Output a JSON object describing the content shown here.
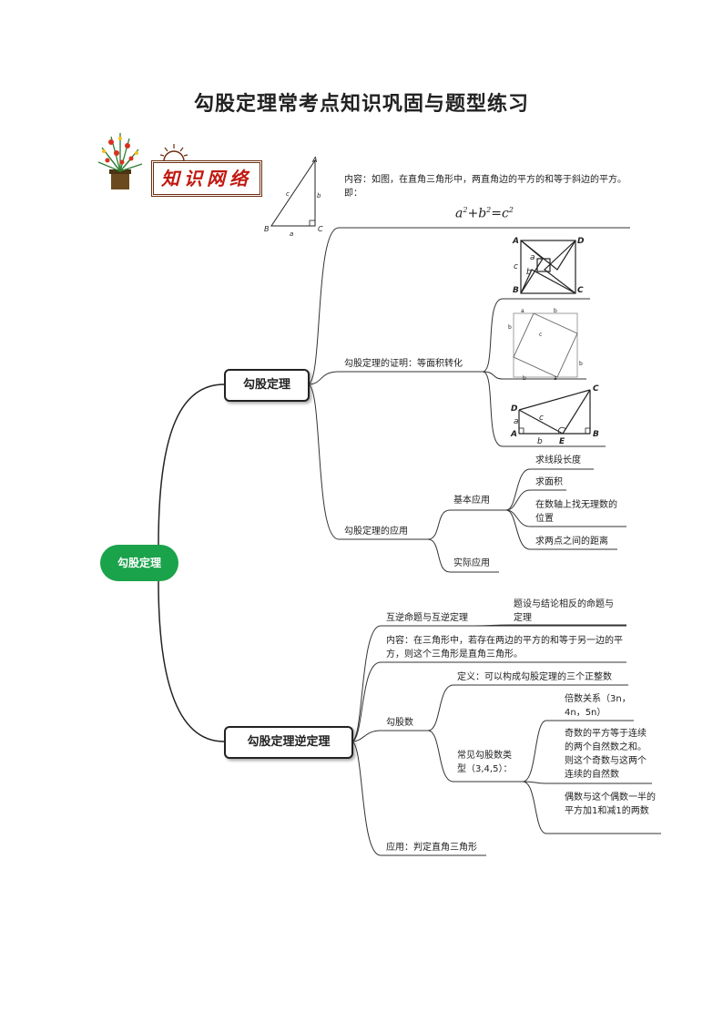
{
  "title": "勾股定理常考点知识巩固与题型练习",
  "badge": "知识网络",
  "root": "勾股定理",
  "branch1": {
    "label": "勾股定理",
    "content": "内容：如图，在直角三角形中，两直角边的平方的和等于斜边的平方。即：",
    "formula": {
      "a": "a",
      "b": "b",
      "c": "c",
      "exp": "2"
    },
    "proof": "勾股定理的证明：等面积转化",
    "application": "勾股定理的应用",
    "basic": "基本应用",
    "basic_items": [
      "求线段长度",
      "求面积",
      "在数轴上找无理数的位置",
      "求两点之间的距离"
    ],
    "practical": "实际应用"
  },
  "branch2": {
    "label": "勾股定理逆定理",
    "converse": "互逆命题与互逆定理",
    "converse_note": "题设与结论相反的命题与定理",
    "content": "内容：在三角形中，若存在两边的平方的和等于另一边的平方，则这个三角形是直角三角形。",
    "triples": "勾股数",
    "definition": "定义：可以构成勾股定理的三个正整数",
    "common": "常见勾股数类型（3,4,5）：",
    "types": [
      "倍数关系（3n，4n，5n）",
      "奇数的平方等于连续的两个自然数之和。则这个奇数与这两个连续的自然数",
      "偶数与这个偶数一半的平方加1和减1的两数"
    ],
    "apply": "应用：判定直角三角形"
  },
  "figure_labels": {
    "tri": [
      "A",
      "B",
      "C",
      "a",
      "b",
      "c"
    ],
    "sq1": [
      "A",
      "D",
      "B",
      "C",
      "a",
      "b",
      "c"
    ],
    "sq2": [
      "a",
      "b",
      "c"
    ],
    "trap": [
      "A",
      "B",
      "C",
      "D",
      "E",
      "a",
      "b",
      "c"
    ]
  }
}
